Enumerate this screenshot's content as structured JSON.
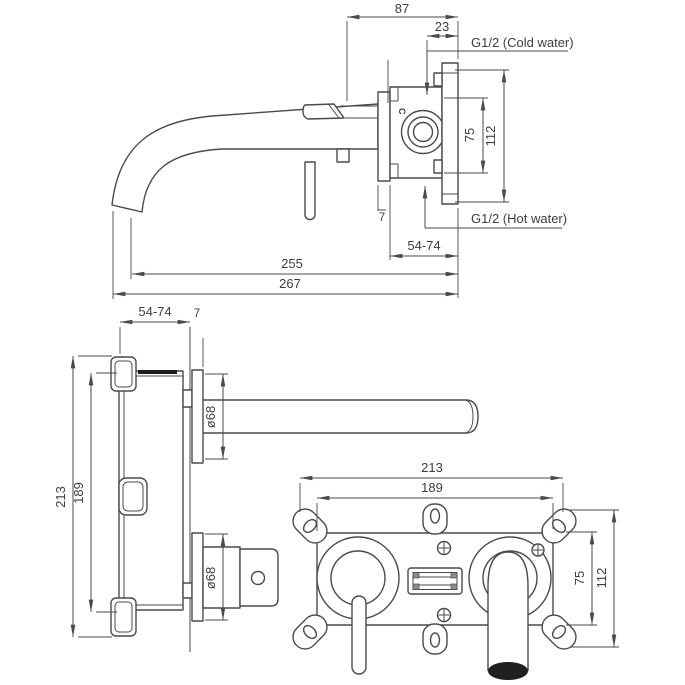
{
  "meta": {
    "subject": "Wall-mounted basin mixer tap - dimensional technical drawing",
    "background": "#ffffff",
    "line_color": "#4a4a4a",
    "text_color": "#3d3d3d",
    "dark_fill": "#1f1f1f"
  },
  "v1": {
    "d87": "87",
    "d23": "23",
    "cold": "G1/2 (Cold water)",
    "hot": "G1/2 (Hot water)",
    "d7": "7",
    "d5474": "54-74",
    "d255": "255",
    "d267": "267",
    "d75": "75",
    "d112": "112",
    "c": "C"
  },
  "v2": {
    "d5474": "54-74",
    "d7": "7",
    "d213": "213",
    "d189": "189",
    "d68_spout": "ø68",
    "d68_handle": "ø68"
  },
  "v3": {
    "d213": "213",
    "d189": "189",
    "d75": "75",
    "d112": "112"
  }
}
